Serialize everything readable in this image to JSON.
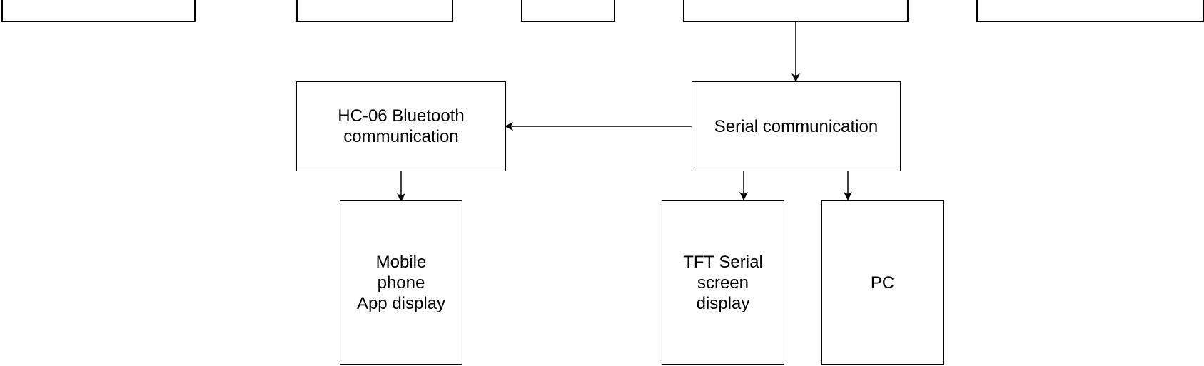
{
  "diagram": {
    "type": "flowchart",
    "top_row_boxes": [
      {
        "id": "top-box-1",
        "label": ""
      },
      {
        "id": "top-box-2",
        "label": ""
      },
      {
        "id": "top-box-3",
        "label": ""
      },
      {
        "id": "top-box-4",
        "label": ""
      },
      {
        "id": "top-box-5",
        "label": ""
      }
    ],
    "nodes": {
      "serial": {
        "label": "Serial communication"
      },
      "bluetooth": {
        "label": "HC-06 Bluetooth\ncommunication"
      },
      "mobile": {
        "label": "Mobile\nphone\nApp display"
      },
      "tft": {
        "label": "TFT Serial\nscreen\ndisplay"
      },
      "pc": {
        "label": "PC"
      }
    },
    "edges": [
      {
        "from": "top-box-4",
        "to": "serial"
      },
      {
        "from": "serial",
        "to": "bluetooth"
      },
      {
        "from": "bluetooth",
        "to": "mobile"
      },
      {
        "from": "serial",
        "to": "tft"
      },
      {
        "from": "serial",
        "to": "pc"
      }
    ],
    "colors": {
      "stroke": "#000000",
      "fill": "#ffffff",
      "text": "#000000"
    }
  }
}
